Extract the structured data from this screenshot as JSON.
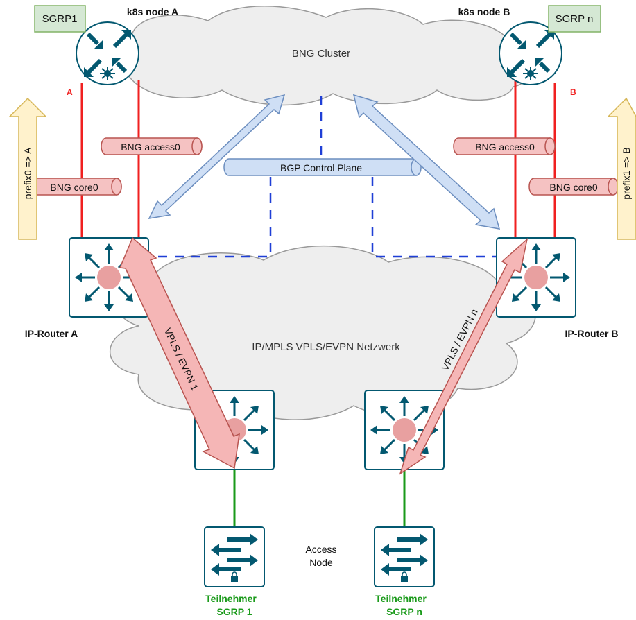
{
  "nodes": {
    "k8s_a": "k8s node A",
    "k8s_b": "k8s node B",
    "sgrp1_tag": "SGRP1",
    "sgrpn_tag": "SGRP n",
    "router_a": "IP-Router A",
    "router_b": "IP-Router B",
    "access_node_line1": "Access",
    "access_node_line2": "Node",
    "subscriber_1_line1": "Teilnehmer",
    "subscriber_1_line2": "SGRP 1",
    "subscriber_n_line1": "Teilnehmer",
    "subscriber_n_line2": "SGRP n"
  },
  "clouds": {
    "bng_cluster": "BNG Cluster",
    "mpls_network": "IP/MPLS VPLS/EVPN Netzwerk"
  },
  "tubes": {
    "bgp_control_plane": "BGP Control Plane",
    "bng_access_a": "BNG access0",
    "bng_access_b": "BNG access0",
    "bng_core_a": "BNG core0",
    "bng_core_b": "BNG core0"
  },
  "links": {
    "port_a": "A",
    "port_b": "B"
  },
  "arrows": {
    "prefix_a": "prefix0 => A",
    "prefix_b": "prefix1 => B",
    "vpls_1": "VPLS / EVPN 1",
    "vpls_n": "VPLS / EVPN n"
  },
  "colors": {
    "device_fill": "#ffffff",
    "device_stroke": "#035870",
    "router_hub": "#e8a0a0",
    "link_red": "#f02020",
    "link_green": "#1a9a1a",
    "dash_blue": "#1f3fd6",
    "tube_red_fill": "#f5c2c2",
    "tube_blue_fill": "#cfdff5",
    "label_green_fill": "#d5e8d4",
    "label_green_stroke": "#82b366",
    "cloud_fill": "#eeeeee",
    "subscriber_text": "#1a9a1a"
  }
}
